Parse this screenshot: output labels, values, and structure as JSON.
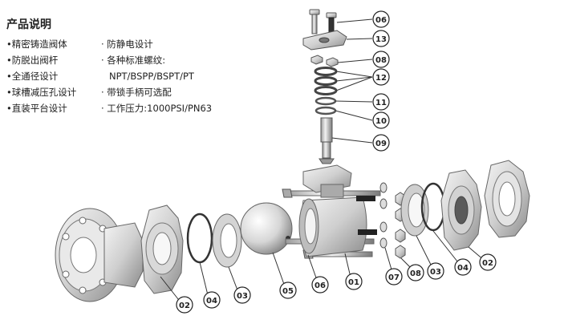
{
  "intro": {
    "title": "产品说明",
    "features_left": [
      "•精密铸造阀体",
      "•防脱出阀杆",
      "•全通径设计",
      "•球槽减压孔设计",
      "•直装平台设计"
    ],
    "features_right": [
      "· 防静电设计",
      "· 各种标准螺纹:",
      "  NPT/BSPP/BSPT/PT",
      "· 带锁手柄可选配",
      "· 工作压力:1000PSI/PN63"
    ]
  },
  "callouts": {
    "c06_top": "06",
    "c13": "13",
    "c08_top": "08",
    "c12": "12",
    "c11": "11",
    "c10": "10",
    "c09": "09",
    "c02_left": "02",
    "c04_left": "04",
    "c03_left": "03",
    "c05": "05",
    "c06_bottom": "06",
    "c01": "01",
    "c07": "07",
    "c08_bottom": "08",
    "c03_right": "03",
    "c04_right": "04",
    "c02_right": "02"
  }
}
